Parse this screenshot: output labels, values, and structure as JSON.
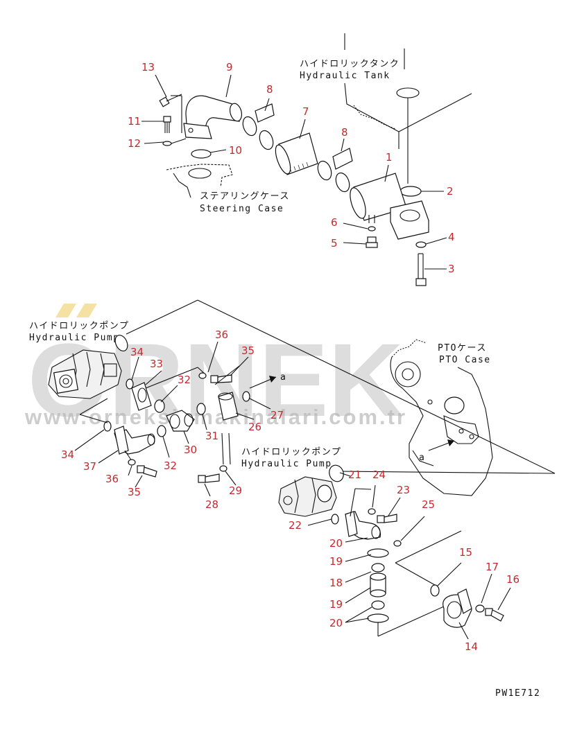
{
  "watermark": {
    "brand": "ORNEK",
    "url": "www.orneksismakinalari.com.tr",
    "accent_color": "#f2d98a",
    "text_color": "#c9c9c9"
  },
  "labels": {
    "hydraulic_tank_jp": "ハイドロリックタンク",
    "hydraulic_tank_en": "Hydraulic Tank",
    "steering_case_jp": "ステアリングケース",
    "steering_case_en": "Steering Case",
    "hydraulic_pump1_jp": "ハイドロリックポンプ",
    "hydraulic_pump1_en": "Hydraulic Pump",
    "pto_case_jp": "PTOケース",
    "pto_case_en": "PTO Case",
    "hydraulic_pump2_jp": "ハイドロリックポンプ",
    "hydraulic_pump2_en": "Hydraulic Pump",
    "ref_a1": "a",
    "ref_a2": "a",
    "drawing_code": "PW1E712"
  },
  "part_numbers": {
    "p13": "13",
    "p9": "9",
    "p8a": "8",
    "p7": "7",
    "p8b": "8",
    "p11": "11",
    "p12": "12",
    "p10": "10",
    "p1": "1",
    "p2": "2",
    "p6": "6",
    "p5": "5",
    "p4": "4",
    "p3": "3",
    "p36a": "36",
    "p35a": "35",
    "p34a": "34",
    "p33": "33",
    "p32a": "32",
    "p27": "27",
    "p26": "26",
    "p31": "31",
    "p30": "30",
    "p32b": "32",
    "p34b": "34",
    "p37": "37",
    "p36b": "36",
    "p35b": "35",
    "p29": "29",
    "p28": "28",
    "p21": "21",
    "p24": "24",
    "p23": "23",
    "p25": "25",
    "p22": "22",
    "p20a": "20",
    "p19a": "19",
    "p18": "18",
    "p19b": "19",
    "p20b": "20",
    "p15": "15",
    "p17": "17",
    "p16": "16",
    "p14": "14"
  }
}
